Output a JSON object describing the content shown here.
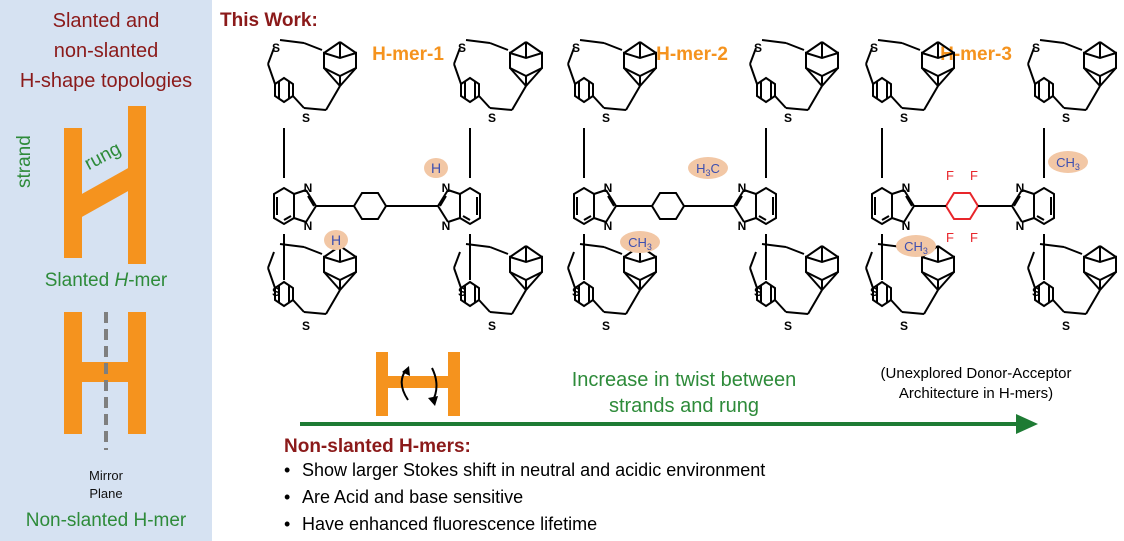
{
  "left_panel": {
    "title_lines": [
      "Slanted and",
      "non-slanted",
      "H-shape topologies"
    ],
    "strand_label": "strand",
    "rung_label": "rung",
    "slanted_caption_prefix": "Slanted ",
    "slanted_caption_italic": "H",
    "slanted_caption_suffix": "-mer",
    "mirror_lines": [
      "Mirror",
      "Plane"
    ],
    "nonslanted_caption": "Non-slanted H-mer"
  },
  "main": {
    "section_title": "This Work:",
    "molecules": [
      {
        "label": "H-mer-1",
        "top_sub": "H",
        "bottom_sub": "H",
        "linker": "phenyl"
      },
      {
        "label": "H-mer-2",
        "top_sub": "H3C",
        "bottom_sub": "CH3",
        "linker": "phenyl"
      },
      {
        "label": "H-mer-3",
        "top_sub": "CH3",
        "bottom_sub": "CH3",
        "linker": "tetrafluorophenyl"
      }
    ],
    "atoms": {
      "nitrogen": "N",
      "sulfur": "S",
      "fluorine": "F",
      "hydrogen": "H"
    },
    "sub_parts": {
      "h3c_h": "H",
      "h3c_3": "3",
      "h3c_c": "C",
      "ch3_ch": "CH",
      "ch3_3": "3"
    },
    "twist_text": [
      "Increase in twist between",
      "strands and rung"
    ],
    "note_lines": [
      "(Unexplored Donor-Acceptor",
      "Architecture in H-mers)"
    ],
    "nonslanted_heading": "Non-slanted H-mers:",
    "bullets": [
      "Show larger Stokes shift in neutral and acidic environment",
      "Are Acid and base sensitive",
      "Have enhanced fluorescence lifetime"
    ]
  },
  "colors": {
    "panel_bg": "#d6e2f2",
    "dark_red": "#8b1a1a",
    "green": "#2e8b3a",
    "orange": "#f5931e",
    "highlight": "#f2c7a5",
    "substituent_blue": "#3d4fb0",
    "fluorine_red": "#e8262b",
    "arrow_green": "#1e7b34"
  }
}
